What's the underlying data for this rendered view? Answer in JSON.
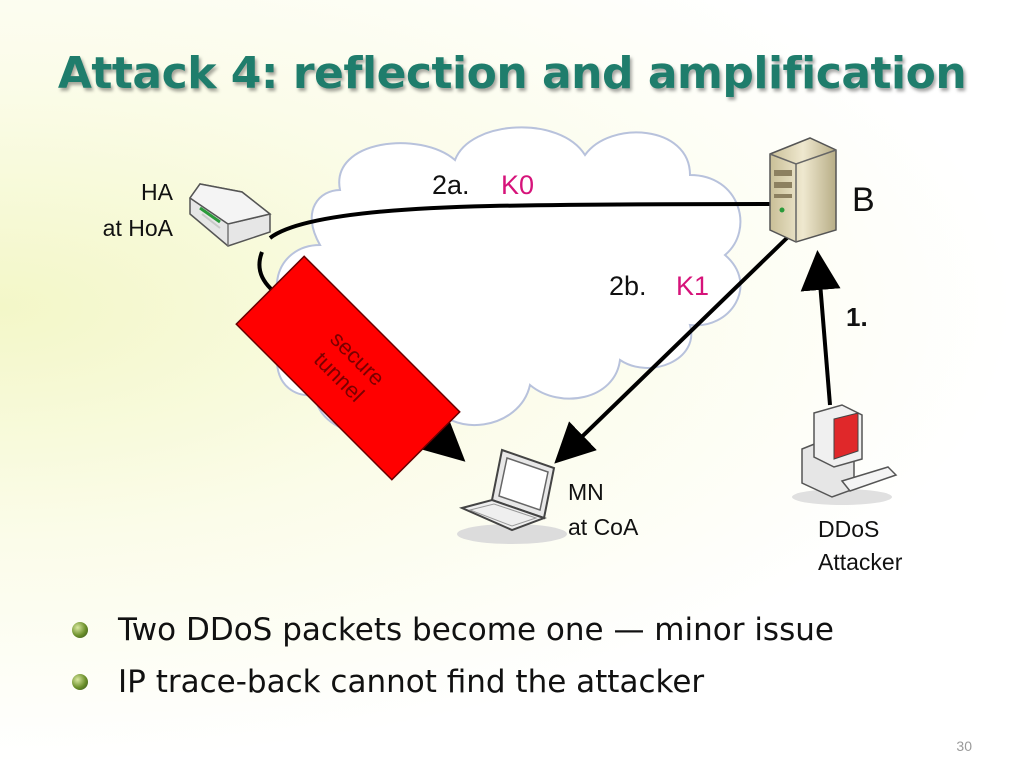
{
  "slide": {
    "title": "Attack 4: reflection and amplification",
    "page_number": "30"
  },
  "nodes": {
    "ha": {
      "line1": "HA",
      "line2": "at HoA",
      "icon": "router-icon"
    },
    "b": {
      "label": "B",
      "icon": "server-icon"
    },
    "mn": {
      "line1": "MN",
      "line2": "at CoA",
      "icon": "laptop-icon"
    },
    "attacker": {
      "line1": "DDoS",
      "line2": "Attacker",
      "icon": "desktop-computer-icon"
    }
  },
  "arrows": {
    "a2a": {
      "step": "2a.",
      "key": "K0"
    },
    "a2b": {
      "step": "2b.",
      "key": "K1"
    },
    "a1": {
      "step": "1."
    }
  },
  "tunnel": {
    "line1": "secure",
    "line2": "tunnel",
    "color": "#ff0000"
  },
  "colors": {
    "title": "#1f7d6c",
    "key_label": "#d6137a",
    "cloud_stroke": "#b8c2dc"
  },
  "bullets": [
    "Two DDoS packets become one — minor issue",
    "IP trace-back cannot find the attacker"
  ]
}
